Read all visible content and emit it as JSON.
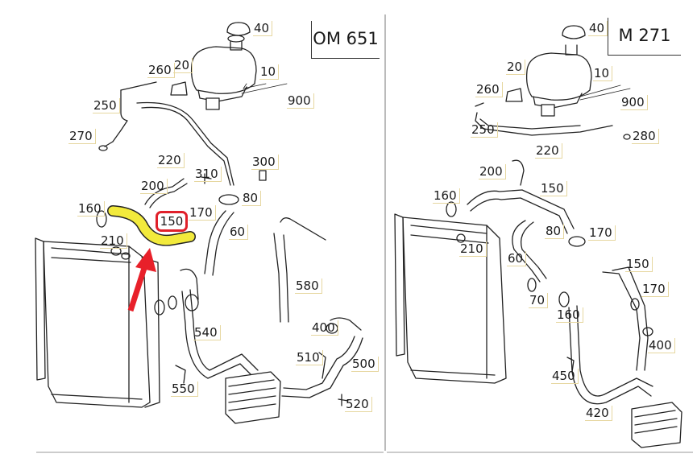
{
  "panels": [
    {
      "title": "OM 651",
      "highlighted_part": "150",
      "labels": [
        "40",
        "20",
        "260",
        "10",
        "250",
        "900",
        "270",
        "220",
        "300",
        "310",
        "200",
        "80",
        "160",
        "150",
        "170",
        "60",
        "210",
        "580",
        "540",
        "400",
        "510",
        "500",
        "550",
        "520"
      ]
    },
    {
      "title": "M 271",
      "labels": [
        "40",
        "20",
        "10",
        "260",
        "900",
        "250",
        "280",
        "220",
        "200",
        "150",
        "160",
        "80",
        "170",
        "210",
        "60",
        "150",
        "70",
        "170",
        "160",
        "400",
        "450",
        "420"
      ]
    }
  ],
  "colors": {
    "highlight_hose": "#f2ea3c",
    "highlight_ring": "#e0202a",
    "arrow": "#e8202a",
    "label_border": "#e6d7a0"
  }
}
